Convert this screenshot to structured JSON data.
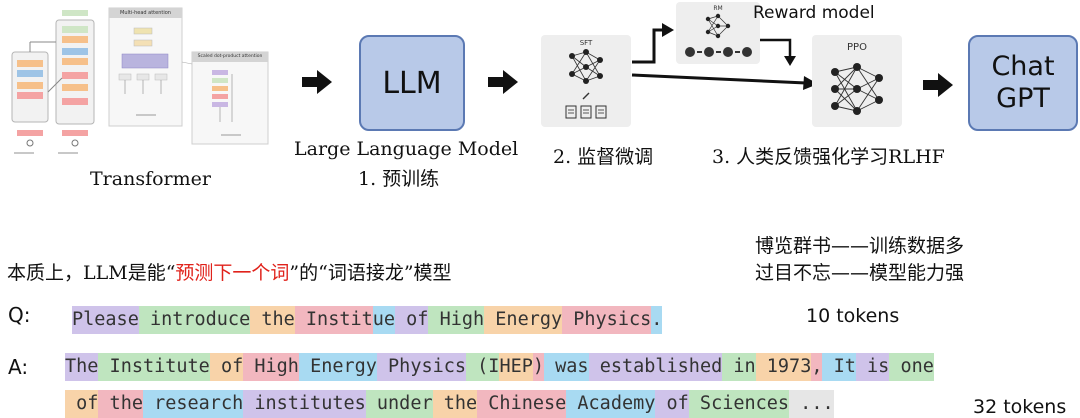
{
  "pipeline": {
    "transformer_caption": "Transformer",
    "transformer_figure": {
      "mha_title": "Multi-head attention",
      "sdpa_title": "Scaled dot-product attention"
    },
    "llm_box_label": "LLM",
    "llm_caption_line1": "Large Language Model",
    "llm_caption_line2": "1. 预训练",
    "sft_card_label": "SFT",
    "sft_caption": "2. 监督微调",
    "rm_card_label": "RM",
    "reward_model_label": "Reward model",
    "ppo_label": "PPO",
    "rlhf_caption": "3. 人类反馈强化学习RLHF",
    "chatgpt_box_line1": "Chat",
    "chatgpt_box_line2": "GPT"
  },
  "essence": {
    "prefix": "本质上，LLM是能“",
    "highlight": "预测下一个词",
    "suffix": "”的“词语接龙”模型",
    "highlight_color": "#e0221b"
  },
  "idioms": {
    "line1": "博览群书——训练数据多",
    "line2": "过目不忘——模型能力强"
  },
  "qa": {
    "q_label": "Q:",
    "a_label": "A:",
    "q_count": "10 tokens",
    "a_count": "32 tokens",
    "token_colors": {
      "purple": "#cfc3ea",
      "green": "#bfe5bf",
      "orange": "#f8d3a9",
      "pink": "#f2b7bf",
      "blue": "#a8daf2",
      "gray": "#e6e6e6"
    },
    "q_tokens": [
      {
        "text": "Please",
        "color": "purple"
      },
      {
        "text": " introduce",
        "color": "green"
      },
      {
        "text": " the",
        "color": "orange"
      },
      {
        "text": " Instit",
        "color": "pink"
      },
      {
        "text": "ue",
        "color": "blue"
      },
      {
        "text": " of",
        "color": "purple"
      },
      {
        "text": " High",
        "color": "green"
      },
      {
        "text": " Energy",
        "color": "orange"
      },
      {
        "text": " Physics",
        "color": "pink"
      },
      {
        "text": ".",
        "color": "blue"
      }
    ],
    "a_tokens_line1": [
      {
        "text": "The",
        "color": "purple"
      },
      {
        "text": " Institute",
        "color": "green"
      },
      {
        "text": " of",
        "color": "orange"
      },
      {
        "text": " High",
        "color": "pink"
      },
      {
        "text": " Energy",
        "color": "blue"
      },
      {
        "text": " Physics",
        "color": "purple"
      },
      {
        "text": " (I",
        "color": "green"
      },
      {
        "text": "HEP",
        "color": "orange"
      },
      {
        "text": ")",
        "color": "pink"
      },
      {
        "text": " was",
        "color": "blue"
      },
      {
        "text": " established",
        "color": "purple"
      },
      {
        "text": " in",
        "color": "green"
      },
      {
        "text": " 1973",
        "color": "orange"
      },
      {
        "text": ",",
        "color": "pink"
      },
      {
        "text": " It",
        "color": "blue"
      },
      {
        "text": " is",
        "color": "purple"
      },
      {
        "text": " one",
        "color": "green"
      }
    ],
    "a_tokens_line2": [
      {
        "text": " of",
        "color": "orange"
      },
      {
        "text": " the",
        "color": "pink"
      },
      {
        "text": " research",
        "color": "blue"
      },
      {
        "text": " institutes",
        "color": "purple"
      },
      {
        "text": " under",
        "color": "green"
      },
      {
        "text": " the",
        "color": "orange"
      },
      {
        "text": " Chinese",
        "color": "pink"
      },
      {
        "text": " Academy",
        "color": "blue"
      },
      {
        "text": " of",
        "color": "purple"
      },
      {
        "text": " Sciences",
        "color": "green"
      },
      {
        "text": " ...",
        "color": "gray"
      }
    ]
  }
}
